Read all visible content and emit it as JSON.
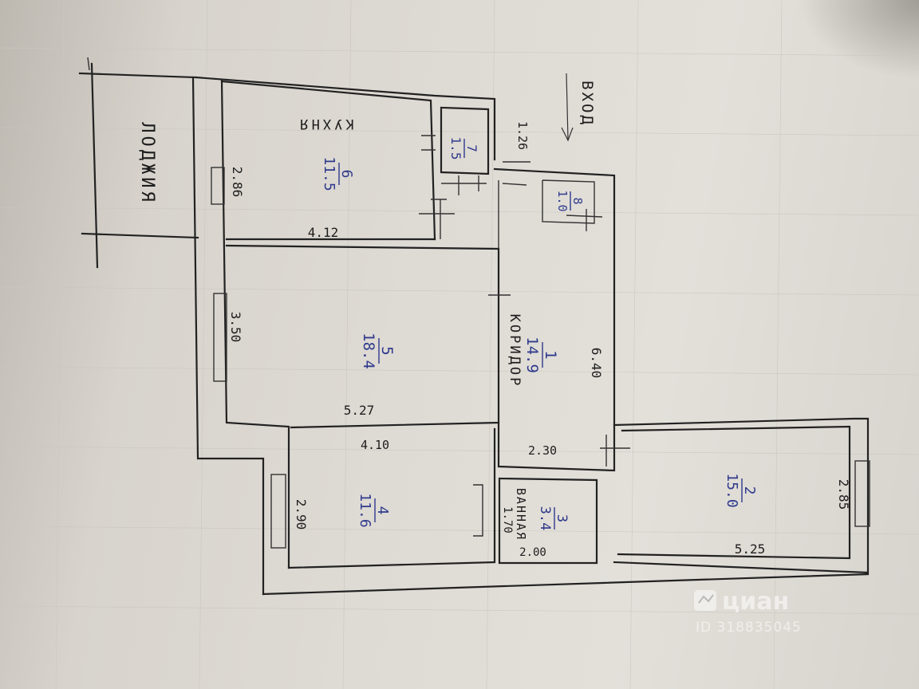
{
  "plan": {
    "entrance_label": "ВХОД",
    "loggia_label": "ЛОДЖИЯ",
    "kitchen_label": "КУХНЯ",
    "corridor_label": "КОРИДОР",
    "bathroom_label": "ВАННАЯ",
    "rooms": [
      {
        "key": "kitchen",
        "number": "6",
        "area": "11.5"
      },
      {
        "key": "wc",
        "number": "7",
        "area": "1.5"
      },
      {
        "key": "storage",
        "number": "8",
        "area": "1.0"
      },
      {
        "key": "room5",
        "number": "5",
        "area": "18.4"
      },
      {
        "key": "corridor",
        "number": "1",
        "area": "14.9"
      },
      {
        "key": "room4",
        "number": "4",
        "area": "11.6"
      },
      {
        "key": "bathroom",
        "number": "3",
        "area": "3.4"
      },
      {
        "key": "room2",
        "number": "2",
        "area": "15.0"
      }
    ],
    "dimensions": {
      "kitchen_width": "2.86",
      "kitchen_length": "4.12",
      "room5_width": "3.50",
      "room5_length": "5.27",
      "room4_length": "4.10",
      "room4_width": "2.90",
      "corridor_length": "6.40",
      "bathroom_width": "2.30",
      "bathroom_length": "1.70",
      "bathroom_height": "2.00",
      "room2_width": "2.85",
      "room2_length": "5.25",
      "entrance_dim": "1.26"
    },
    "watermark": {
      "brand": "циан",
      "id": "ID 318835045"
    }
  }
}
